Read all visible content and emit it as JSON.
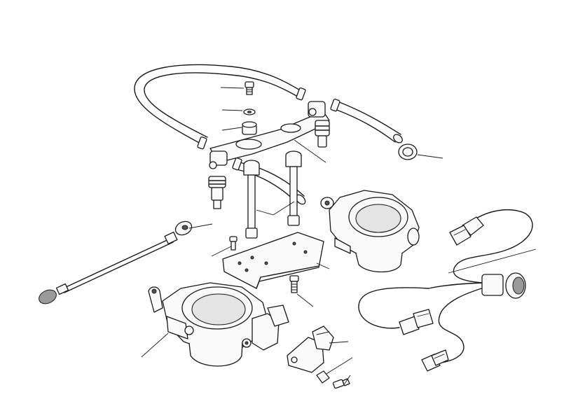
{
  "diagram": {
    "parts": [
      "fuel-hose",
      "fuel-rail",
      "screw",
      "washer",
      "grommet",
      "standoff-bolt",
      "hose-clamp",
      "throttle-body-rear",
      "throttle-body-front",
      "mounting-plate",
      "link-rod",
      "wiring-harness",
      "throttle-position-sensor"
    ],
    "colors": {
      "line": "#1a1a1a",
      "fill": "#fafafa",
      "shade": "#e4e4e4",
      "rod-tip": "#9a9a9a"
    }
  }
}
